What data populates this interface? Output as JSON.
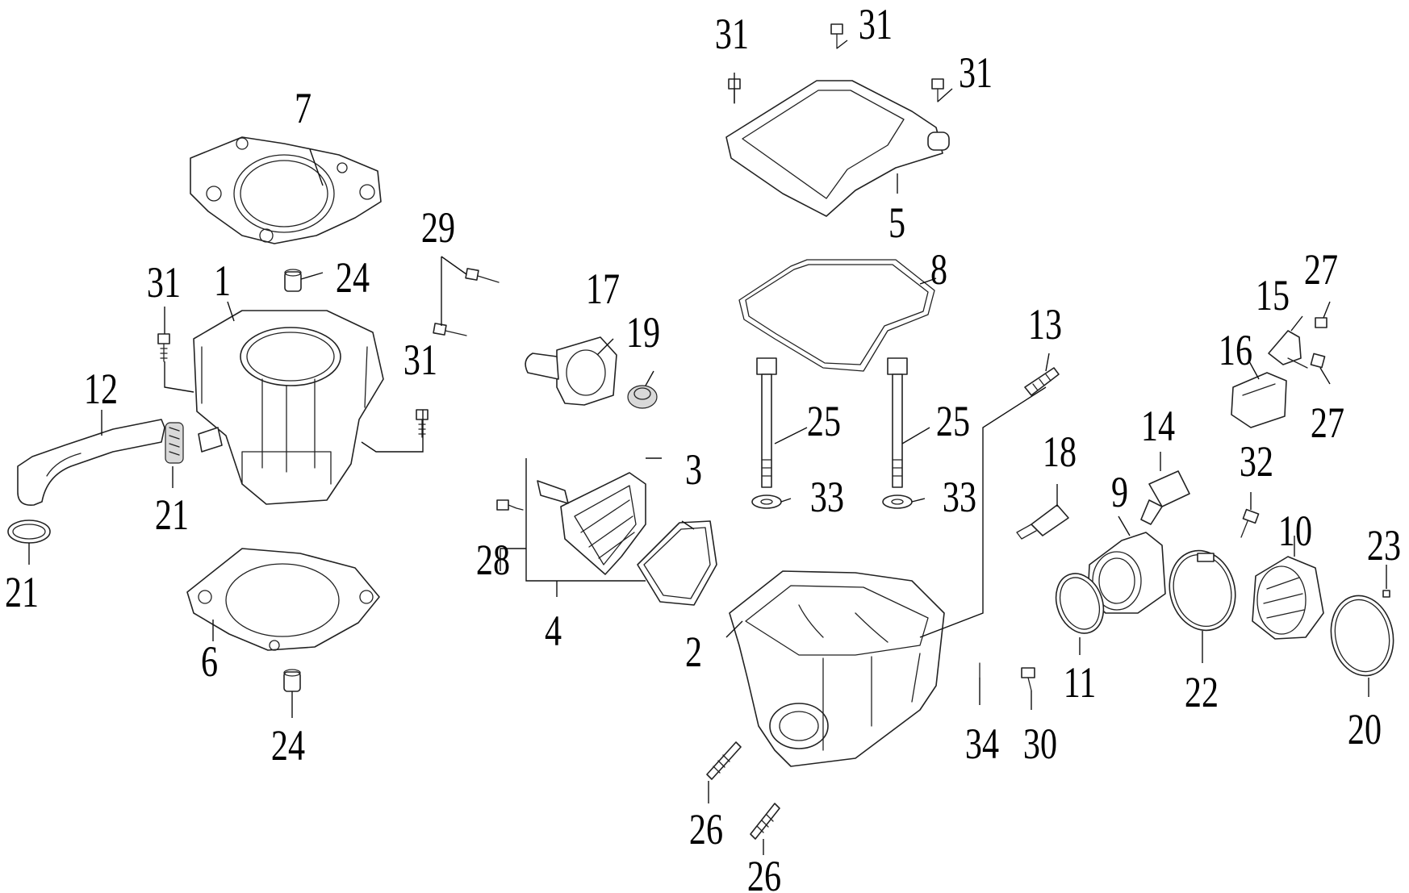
{
  "diagram": {
    "kind": "exploded-parts-view",
    "callouts": [
      {
        "id": "c1",
        "label": "1"
      },
      {
        "id": "c2",
        "label": "2"
      },
      {
        "id": "c3",
        "label": "3"
      },
      {
        "id": "c4",
        "label": "4"
      },
      {
        "id": "c5",
        "label": "5"
      },
      {
        "id": "c6",
        "label": "6"
      },
      {
        "id": "c7",
        "label": "7"
      },
      {
        "id": "c8",
        "label": "8"
      },
      {
        "id": "c9",
        "label": "9"
      },
      {
        "id": "c10",
        "label": "10"
      },
      {
        "id": "c11",
        "label": "11"
      },
      {
        "id": "c12",
        "label": "12"
      },
      {
        "id": "c13",
        "label": "13"
      },
      {
        "id": "c14",
        "label": "14"
      },
      {
        "id": "c15",
        "label": "15"
      },
      {
        "id": "c16",
        "label": "16"
      },
      {
        "id": "c17",
        "label": "17"
      },
      {
        "id": "c18",
        "label": "18"
      },
      {
        "id": "c19",
        "label": "19"
      },
      {
        "id": "c20",
        "label": "20"
      },
      {
        "id": "c21a",
        "label": "21"
      },
      {
        "id": "c21b",
        "label": "21"
      },
      {
        "id": "c22",
        "label": "22"
      },
      {
        "id": "c23",
        "label": "23"
      },
      {
        "id": "c24a",
        "label": "24"
      },
      {
        "id": "c24b",
        "label": "24"
      },
      {
        "id": "c25a",
        "label": "25"
      },
      {
        "id": "c25b",
        "label": "25"
      },
      {
        "id": "c26a",
        "label": "26"
      },
      {
        "id": "c26b",
        "label": "26"
      },
      {
        "id": "c27a",
        "label": "27"
      },
      {
        "id": "c27b",
        "label": "27"
      },
      {
        "id": "c28",
        "label": "28"
      },
      {
        "id": "c29",
        "label": "29"
      },
      {
        "id": "c30",
        "label": "30"
      },
      {
        "id": "c31a",
        "label": "31"
      },
      {
        "id": "c31b",
        "label": "31"
      },
      {
        "id": "c31c",
        "label": "31"
      },
      {
        "id": "c31d",
        "label": "31"
      },
      {
        "id": "c31e",
        "label": "31"
      },
      {
        "id": "c32",
        "label": "32"
      },
      {
        "id": "c33a",
        "label": "33"
      },
      {
        "id": "c33b",
        "label": "33"
      },
      {
        "id": "c34",
        "label": "34"
      }
    ]
  }
}
